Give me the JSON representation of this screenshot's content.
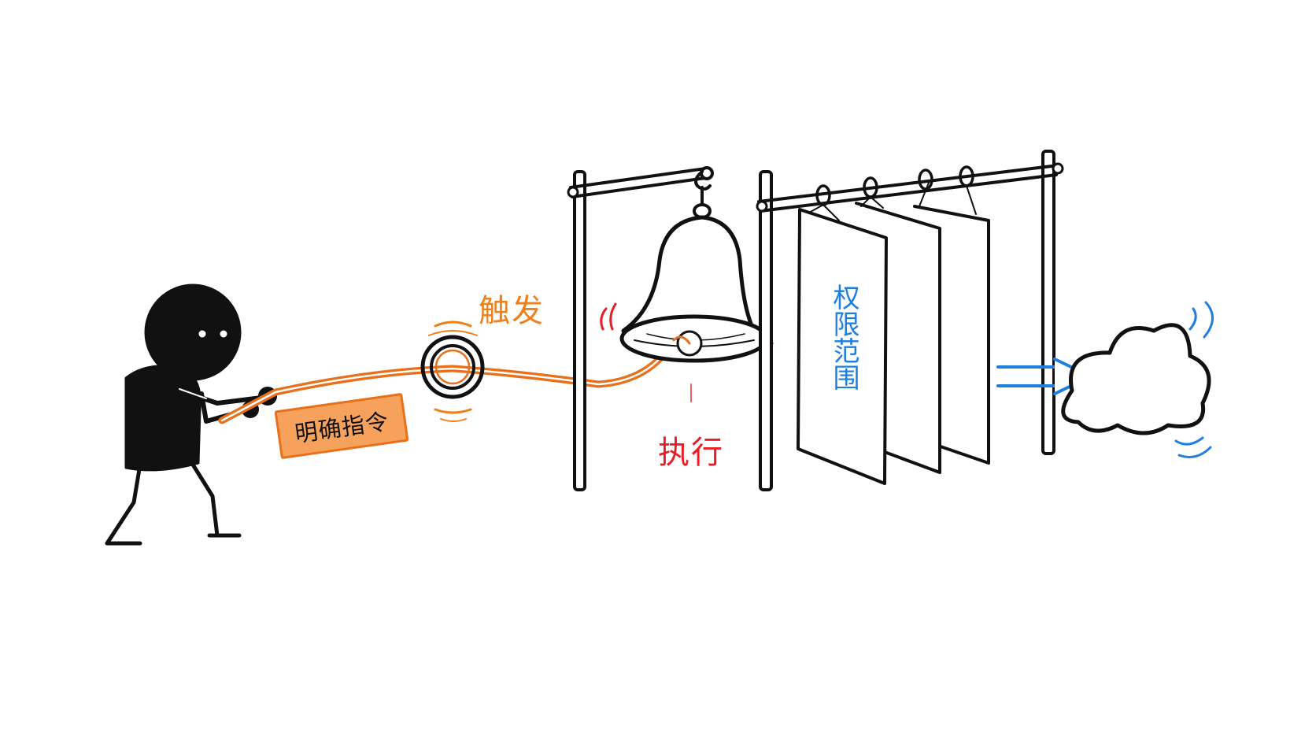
{
  "labels": {
    "trigger": "触发",
    "execute": "执行",
    "command": "明确指令",
    "scope": "权限范围"
  },
  "icons": {
    "person": "stick-figure-person",
    "rope": "pull-rope",
    "ring": "ring",
    "bell": "bell",
    "panels": "hanging-panels",
    "arrow": "double-arrow-right",
    "cloud": "cloud"
  },
  "colors": {
    "trigger": "#f07f1a",
    "execute": "#e81d26",
    "scope": "#1f7fe0",
    "command_fill": "#f7a25c",
    "ink": "#111111"
  }
}
